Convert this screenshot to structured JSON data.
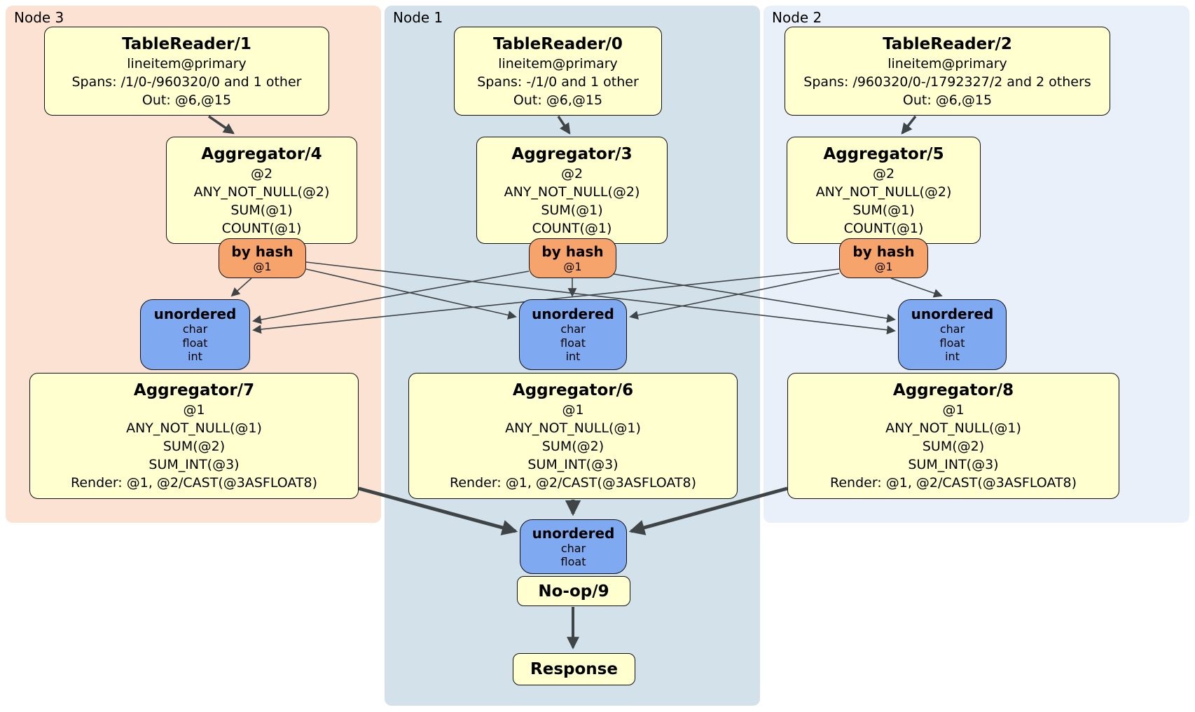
{
  "diagram": {
    "panels": {
      "node3": {
        "label": "Node 3"
      },
      "node1": {
        "label": "Node 1"
      },
      "node2": {
        "label": "Node 2"
      }
    },
    "nodes": {
      "tr1": {
        "title": "TableReader/1",
        "lines": [
          "lineitem@primary",
          "Spans: /1/0-/960320/0 and 1 other",
          "Out: @6,@15"
        ]
      },
      "tr0": {
        "title": "TableReader/0",
        "lines": [
          "lineitem@primary",
          "Spans: -/1/0 and 1 other",
          "Out: @6,@15"
        ]
      },
      "tr2": {
        "title": "TableReader/2",
        "lines": [
          "lineitem@primary",
          "Spans: /960320/0-/1792327/2 and 2 others",
          "Out: @6,@15"
        ]
      },
      "agg4": {
        "title": "Aggregator/4",
        "lines": [
          "@2",
          "ANY_NOT_NULL(@2)",
          "SUM(@1)",
          "COUNT(@1)"
        ]
      },
      "agg3": {
        "title": "Aggregator/3",
        "lines": [
          "@2",
          "ANY_NOT_NULL(@2)",
          "SUM(@1)",
          "COUNT(@1)"
        ]
      },
      "agg5": {
        "title": "Aggregator/5",
        "lines": [
          "@2",
          "ANY_NOT_NULL(@2)",
          "SUM(@1)",
          "COUNT(@1)"
        ]
      },
      "byhash3": {
        "title": "by hash",
        "lines": [
          "@1"
        ]
      },
      "byhash1": {
        "title": "by hash",
        "lines": [
          "@1"
        ]
      },
      "byhash2": {
        "title": "by hash",
        "lines": [
          "@1"
        ]
      },
      "unordered3": {
        "title": "unordered",
        "lines": [
          "char",
          "float",
          "int"
        ]
      },
      "unordered1": {
        "title": "unordered",
        "lines": [
          "char",
          "float",
          "int"
        ]
      },
      "unordered2": {
        "title": "unordered",
        "lines": [
          "char",
          "float",
          "int"
        ]
      },
      "agg7": {
        "title": "Aggregator/7",
        "lines": [
          "@1",
          "ANY_NOT_NULL(@1)",
          "SUM(@2)",
          "SUM_INT(@3)",
          "Render: @1, @2/CAST(@3ASFLOAT8)"
        ]
      },
      "agg6": {
        "title": "Aggregator/6",
        "lines": [
          "@1",
          "ANY_NOT_NULL(@1)",
          "SUM(@2)",
          "SUM_INT(@3)",
          "Render: @1, @2/CAST(@3ASFLOAT8)"
        ]
      },
      "agg8": {
        "title": "Aggregator/8",
        "lines": [
          "@1",
          "ANY_NOT_NULL(@1)",
          "SUM(@2)",
          "SUM_INT(@3)",
          "Render: @1, @2/CAST(@3ASFLOAT8)"
        ]
      },
      "unordered_final": {
        "title": "unordered",
        "lines": [
          "char",
          "float"
        ]
      },
      "noop": {
        "title": "No-op/9"
      },
      "response": {
        "title": "Response"
      }
    },
    "colors": {
      "panel_node3": "#FBE2D3",
      "panel_node1": "#D3E1EB",
      "panel_node2": "#EAF0F9",
      "processor_fill": "#FFFFD0",
      "router_fill": "#F7A46C",
      "sync_fill": "#7FA9F1",
      "edge": "#3F4447"
    }
  }
}
